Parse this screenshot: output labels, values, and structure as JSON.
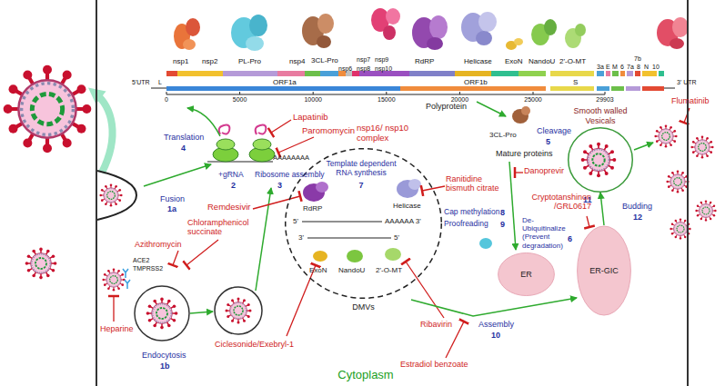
{
  "diagram": {
    "nodes": [
      {
        "text": [
          "Cytoplasm"
        ]
      },
      {
        "text": [
          "DMVs"
        ],
        "in": 0
      },
      {
        "text": [
          "ER"
        ],
        "in": 0
      },
      {
        "text": [
          "ER-GIC"
        ],
        "in": 0
      },
      {
        "text": [
          "Smooth walled Vesicals"
        ],
        "in": 0
      }
    ],
    "edges": [
      {
        "from": 1,
        "to": 3,
        "arrow": "to"
      },
      {
        "from": 3,
        "to": 4,
        "arrow": "to"
      }
    ],
    "labels": [
      "nsp1",
      "nsp2",
      "PL-Pro",
      "nsp4",
      "3CL-Pro",
      "nsp6",
      "nsp7",
      "nsp8",
      "nsp9",
      "nsp10",
      "RdRP",
      "Helicase",
      "ExoN",
      "NandoU",
      "2'-O-MT",
      "3a",
      "E",
      "M",
      "6",
      "7a",
      "7b",
      "8",
      "N",
      "10",
      "5'UTR",
      "L",
      "ORF1a",
      "ORF1b",
      "S",
      "3' UTR",
      "0",
      "5000",
      "10000",
      "15000",
      "20000",
      "25000",
      "29903",
      "Translation",
      "4",
      "+gRNA",
      "2",
      "Ribosome assembly",
      "3",
      "AAAAAAAA",
      "Lapatinib",
      "Paromomycin",
      "nsp16/ nsp10 complex",
      "Polyprotein",
      "3CL-Pro",
      "Cleavage",
      "5",
      "Mature proteins",
      "Danoprevir",
      "Ranitidine bismuth citrate",
      "Template dependent RNA synthesis",
      "7",
      "RdRP",
      "Helicase",
      "5'",
      "AAAAAA 3'",
      "3'",
      "5'",
      "ExoN",
      "NandoU",
      "2'-O-MT",
      "Cap methylation",
      "8",
      "Proofreading",
      "9",
      "Remdesivir",
      "Fusion",
      "1a",
      "Chloramphenicol succinate",
      "Azithromycin",
      "ACE2",
      "TMPRSS2",
      "Heparine",
      "Endocytosis",
      "1b",
      "Ciclesonide/Exebryl-1",
      "Ribavirin",
      "Assembly",
      "10",
      "Estradiol benzoate",
      "11",
      "Budding",
      "12",
      "Flumatinib",
      "Cryptotanshinon /GRL0617",
      "De-Ubiquitinalize (Prevent degradation)",
      "6"
    ]
  }
}
